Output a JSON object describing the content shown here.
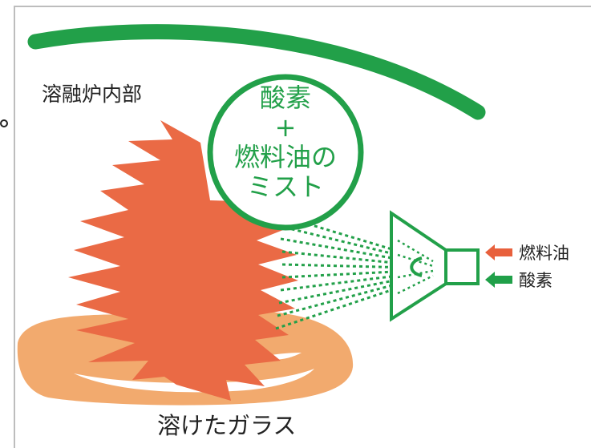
{
  "labels": {
    "furnace_interior": "溶融炉内部",
    "molten_glass": "溶けたガラス"
  },
  "bubble": {
    "line1": "酸素",
    "line2": "+",
    "line3": "燃料油の",
    "line4": "ミスト"
  },
  "legend": [
    {
      "label": "燃料油",
      "arrow_icon": "red-arrow-icon",
      "color": "#e8603c"
    },
    {
      "label": "酸素",
      "arrow_icon": "green-arrow-icon",
      "color": "#20a049"
    }
  ],
  "colors": {
    "green": "#22a049",
    "flame": "#ea6a45",
    "glass": "#f2aa6e",
    "frame": "#bdbdbd"
  }
}
